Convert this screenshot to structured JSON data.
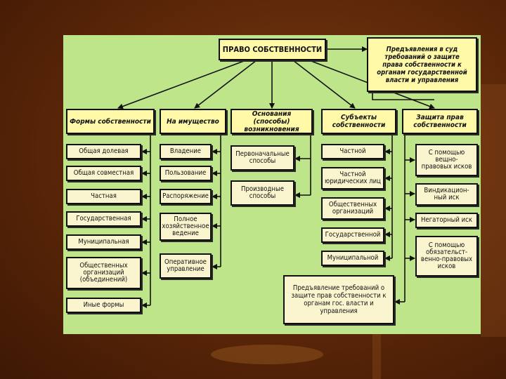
{
  "diagram": {
    "root": "ПРАВО СОБСТВЕННОСТИ",
    "claims_top": "Предъявления в суд\nтребований о защите\nправа собственности к\nорганам государственной\nвласти и управления",
    "headers": {
      "forms": "Формы собственности",
      "property": "На имущество",
      "grounds": "Основания (способы)\nвозникновения",
      "subjects": "Субъекты\nсобственности",
      "protection": "Защита прав\nсобственности"
    },
    "forms": [
      "Общая долевая",
      "Общая совместная",
      "Частная",
      "Государственная",
      "Муниципальная",
      "Общественных\nорганизаций\n(объединений)",
      "Иные формы"
    ],
    "property": [
      "Владение",
      "Пользование",
      "Распоряжение",
      "Полное\nхозяйственное\nведение",
      "Оперативное\nуправление"
    ],
    "grounds": [
      "Первоначальные\nспособы",
      "Производные\nспособы"
    ],
    "subjects": [
      "Частной",
      "Частной\nюридических лиц",
      "Общественных\nорганизаций",
      "Государственной",
      "Муниципальной"
    ],
    "protection": [
      "С помощью\nвещно-\nправовых исков",
      "Виндикацион-\nный иск",
      "Негаторный иск",
      "С помощью\nобязательст-\nвенно-правовых\nисков"
    ],
    "claims_bottom": "Предъявление требований о\nзащите прав собственности к\nорганам гос. власти и\nуправления"
  }
}
